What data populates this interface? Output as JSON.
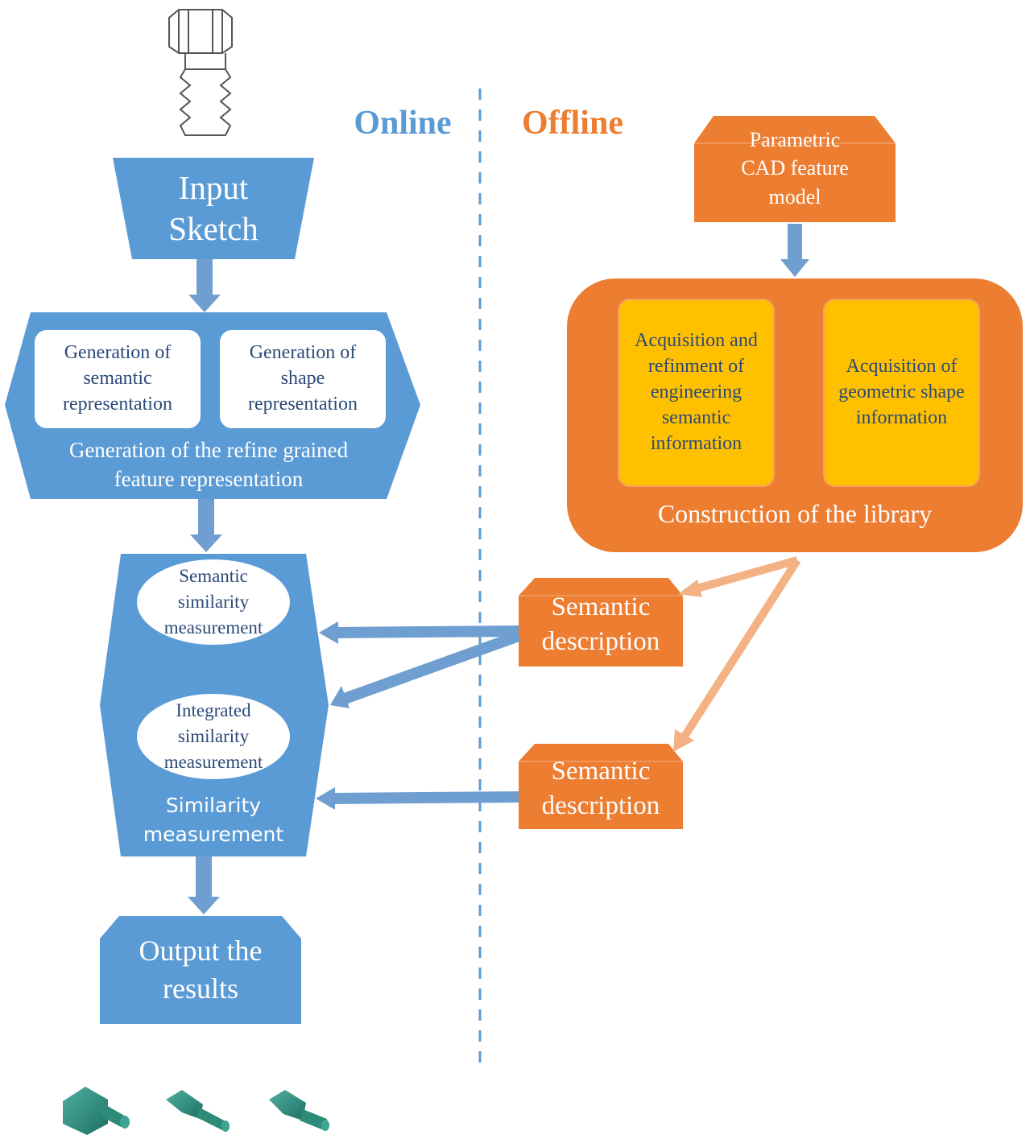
{
  "labels": {
    "online": "Online",
    "offline": "Offline"
  },
  "online": {
    "input_sketch": "Input\nSketch",
    "gen_semantic": "Generation of\nsemantic\nrepresentation",
    "gen_shape": "Generation of\nshape\nrepresentation",
    "gen_feature": "Generation of the refine grained\nfeature representation",
    "semantic_similarity": "Semantic\nsimilarity\nmeasurement",
    "integrated_similarity": "Integrated\nsimilarity\nmeasurement",
    "similarity_measurement": "Similarity\nmeasurement",
    "output": "Output the\nresults"
  },
  "offline": {
    "parametric_model": "Parametric\nCAD feature\nmodel",
    "acquisition_semantic": "Acquisition and\nrefinment of\nengineering\nsemantic\ninformation",
    "acquisition_shape": "Acquisition of\ngeometric shape\ninformation",
    "library": "Construction of the library",
    "semantic_desc_1": "Semantic\ndescription",
    "semantic_desc_2": "Semantic\ndescription"
  },
  "colors": {
    "blue": "#5b9bd5",
    "blue_arrow": "#6f9fd0",
    "orange": "#ed7d31",
    "light_orange": "#f4b183",
    "yellow": "#ffc000",
    "online_text": "#5b9bd5",
    "offline_text": "#ed7d31",
    "bolt_green": "#2e8b7a"
  }
}
